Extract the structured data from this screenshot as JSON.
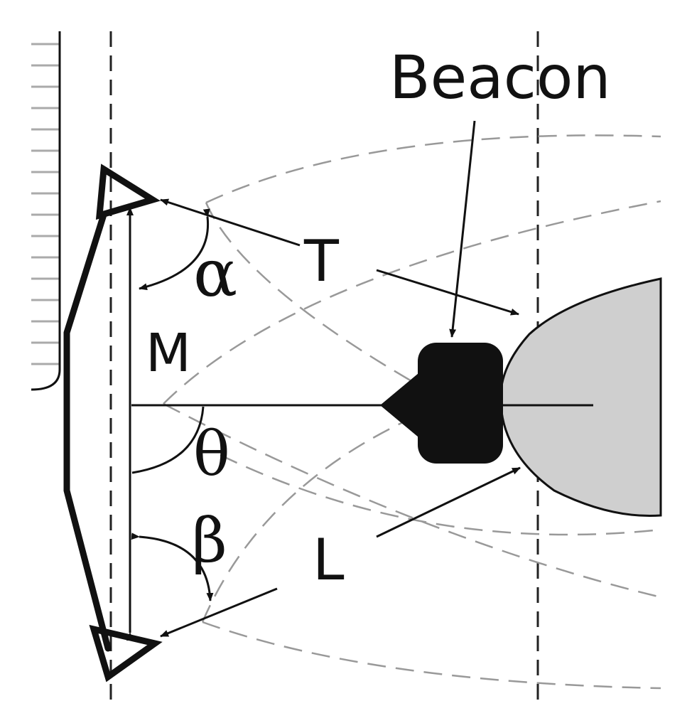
{
  "labels": {
    "beacon": "Beacon",
    "t": "T",
    "l": "L",
    "m": "M",
    "alpha": "α",
    "theta": "θ",
    "beta": "β"
  },
  "colors": {
    "ink": "#111111",
    "dash": "#999999",
    "hatch": "#aaaaaa",
    "plume_fill": "#cfcfcf",
    "background": "#ffffff"
  }
}
